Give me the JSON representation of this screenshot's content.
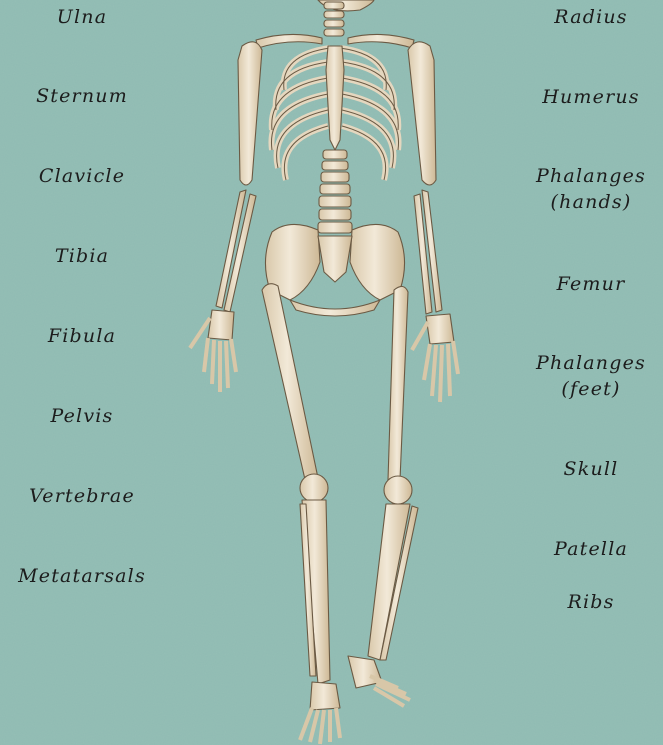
{
  "colors": {
    "background": "#8fbbb2",
    "bone": "#eadfcb",
    "bone_shadow": "#c9b596",
    "outline": "#6b5a44",
    "label_text": "#1c1c1c"
  },
  "labels": {
    "left": [
      "Ulna",
      "Sternum",
      "Clavicle",
      "Tibia",
      "Fibula",
      "Pelvis",
      "Vertebrae",
      "Metatarsals"
    ],
    "right": [
      "Radius",
      "Humerus",
      "Phalanges (hands)",
      "Femur",
      "Phalanges (feet)",
      "Skull",
      "Patella",
      "Ribs"
    ]
  }
}
